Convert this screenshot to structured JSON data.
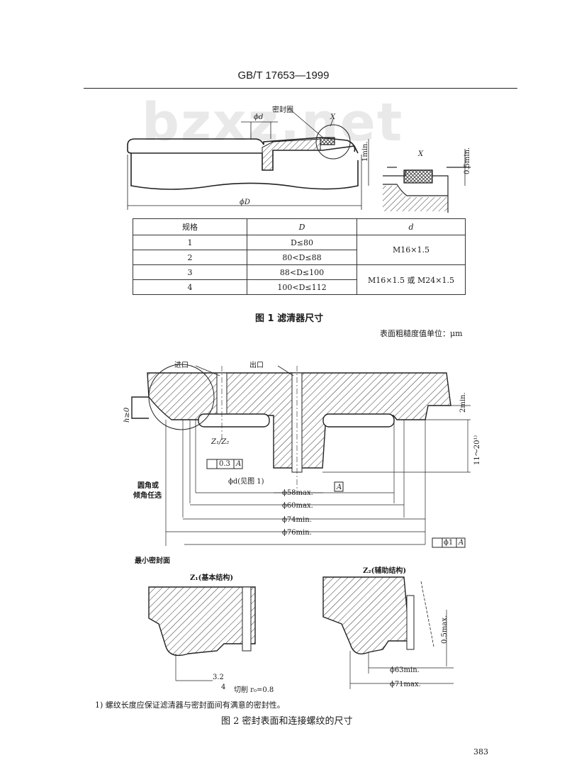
{
  "header": {
    "code": "GB/T 17653—1999"
  },
  "watermark": "bzxz.net",
  "figure1": {
    "label_seal": "密封圈",
    "label_x": "X",
    "label_phi_d": "ϕd",
    "label_phi_D": "ϕD",
    "label_1min": "1min.",
    "label_05min": "0.5min.",
    "detail_x": "X",
    "table": {
      "headers": [
        "规格",
        "D",
        "d"
      ],
      "rows": [
        {
          "spec": "1",
          "D": "D≤80"
        },
        {
          "spec": "2",
          "D": "80<D≤88"
        },
        {
          "spec": "3",
          "D": "88<D≤100"
        },
        {
          "spec": "4",
          "D": "100<D≤112"
        }
      ],
      "d_values": [
        "M16×1.5",
        "M16×1.5 或 M24×1.5"
      ]
    },
    "caption": "图 1   滤清器尺寸"
  },
  "roughness_note": "表面粗糙度值单位：μm",
  "figure2": {
    "inlet": "进口",
    "outlet": "出口",
    "h_label": "h≥0",
    "z_label": "Z₁/Z₂",
    "corner_note_1": "圆角或",
    "corner_note_2": "倾角任选",
    "flatness": "0.3",
    "datum": "A",
    "phi_d_ref": "ϕd(见图 1)",
    "dim_58": "ϕ58max.",
    "dim_60": "ϕ60max.",
    "dim_74": "ϕ74min.",
    "dim_76": "ϕ76min.",
    "dim_2min": "2min.",
    "dim_11_20": "11～20¹⁾",
    "coax_value": "ϕ1",
    "min_seal": "最小密封面",
    "z1_title": "Z₁(基本结构)",
    "z2_title": "Z₂(辅助结构)",
    "z2_05max": "0.5max.",
    "z2_63": "ϕ63min.",
    "z2_71": "ϕ71max.",
    "rough_a": "3.2",
    "rough_b": "4",
    "rough_c": "切削 r₀=0.8",
    "footnote": "1) 螺纹长度应保证滤清器与密封面间有满意的密封性。",
    "caption": "图 2   密封表面和连接螺纹的尺寸"
  },
  "page_number": "383"
}
